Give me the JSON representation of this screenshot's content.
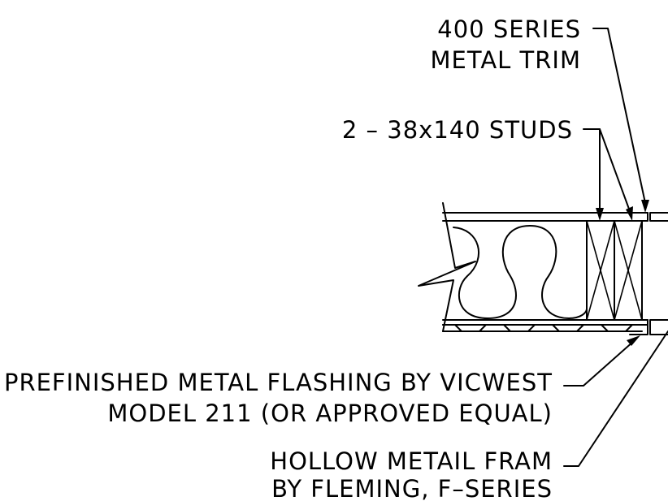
{
  "annotations": {
    "metal_trim": {
      "line1": "400 SERIES",
      "line2": "METAL TRIM"
    },
    "studs": {
      "line1": "2 – 38x140 STUDS"
    },
    "flashing": {
      "line1": "PREFINISHED METAL FLASHING BY VICWEST",
      "line2": "MODEL 211 (OR APPROVED EQUAL)"
    },
    "frame": {
      "line1": "HOLLOW METAIL FRAM",
      "line2": "BY FLEMING, F–SERIES"
    }
  },
  "colors": {
    "linework": "#000000",
    "background": "#ffffff"
  }
}
